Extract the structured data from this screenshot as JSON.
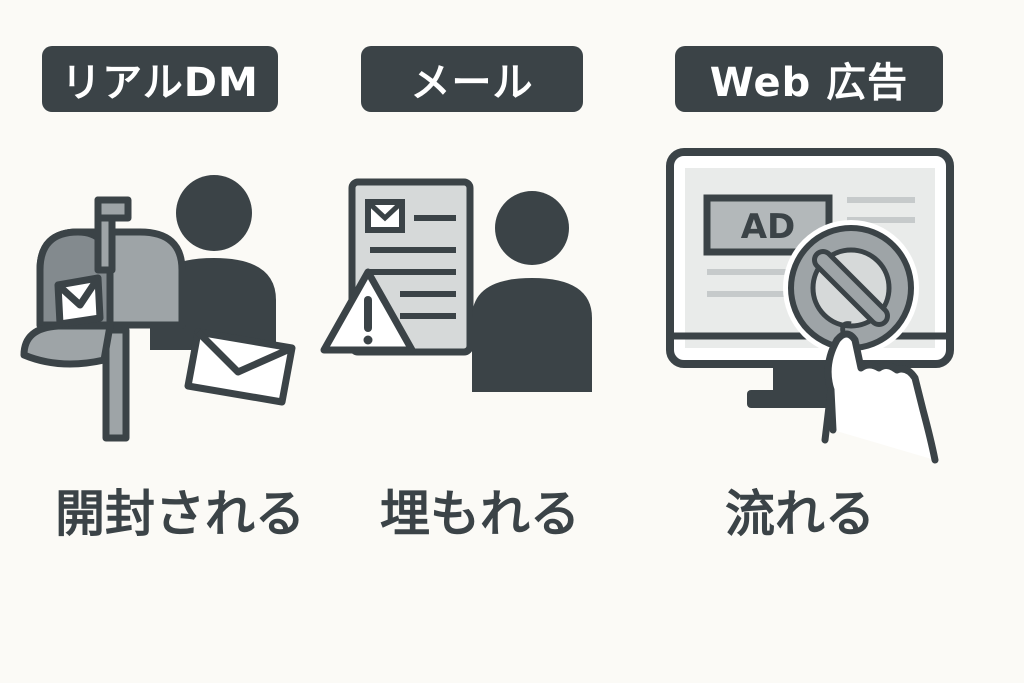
{
  "columns": [
    {
      "label": "リアルDM",
      "caption": "開封される",
      "icons": [
        "mailbox-icon",
        "person-icon",
        "envelope-icon"
      ]
    },
    {
      "label": "メール",
      "caption": "埋もれる",
      "icons": [
        "document-icon",
        "warning-icon",
        "person-icon"
      ]
    },
    {
      "label": "Web 広告",
      "caption": "流れる",
      "icons": [
        "monitor-icon",
        "prohibited-icon",
        "hand-icon"
      ],
      "ad_text": "AD"
    }
  ],
  "colors": {
    "dark": "#3b4347",
    "mid": "#9ea4a7",
    "light": "#d6d9d9",
    "background": "#fbfaf6"
  }
}
